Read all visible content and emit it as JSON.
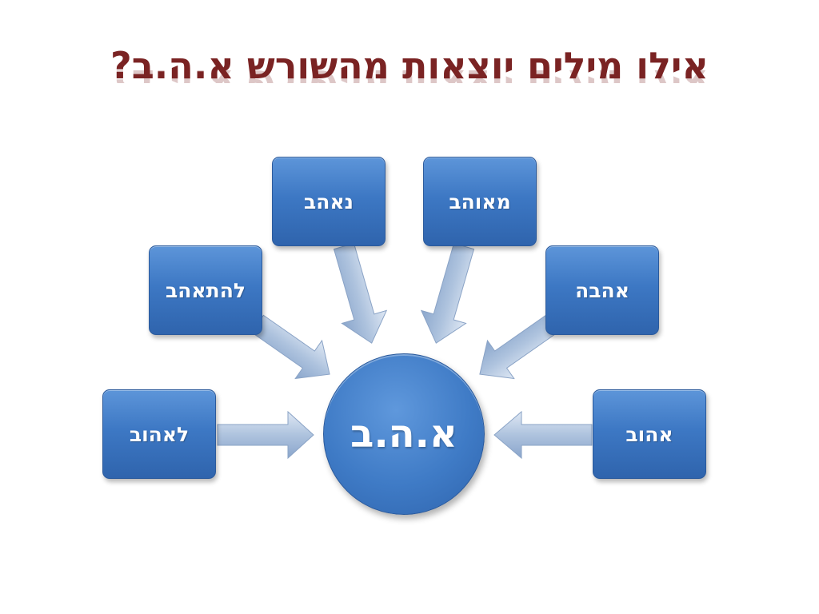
{
  "title": "אילו מילים יוצאות מהשורש א.ה.ב?",
  "center": {
    "label": "א.ה.ב"
  },
  "nodes": {
    "left_bottom": "לאהוב",
    "left_middle": "להתאהב",
    "top_left": "נאהב",
    "top_right": "מאוהב",
    "right_middle": "אהבה",
    "right_bottom": "אהוב"
  },
  "colors": {
    "title": "#7a2323",
    "box_fill": "#3d78c4",
    "box_border": "#2b5a9c",
    "arrow_fill": "#a9bfdc"
  }
}
